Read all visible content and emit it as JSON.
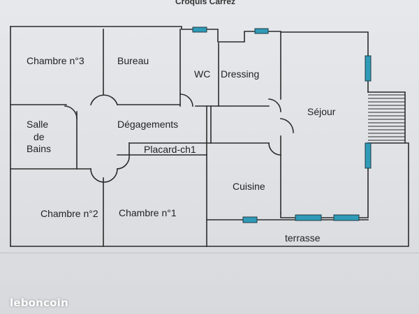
{
  "title": "Croquis Carrez",
  "rooms": {
    "chambre3": "Chambre n°3",
    "bureau": "Bureau",
    "wc": "WC",
    "dressing": "Dressing",
    "sejour": "Séjour",
    "salle_de_bains_1": "Salle",
    "salle_de_bains_2": "de",
    "salle_de_bains_3": "Bains",
    "degagements": "Dégagements",
    "placard": "Placard-ch1",
    "cuisine": "Cuisine",
    "chambre2": "Chambre n°2",
    "chambre1": "Chambre n°1",
    "terrasse": "terrasse"
  },
  "watermark": "leboncoin",
  "colors": {
    "wall": "#2a2a2a",
    "window": "#2f9bb8",
    "paper": "#e4e6ea"
  }
}
